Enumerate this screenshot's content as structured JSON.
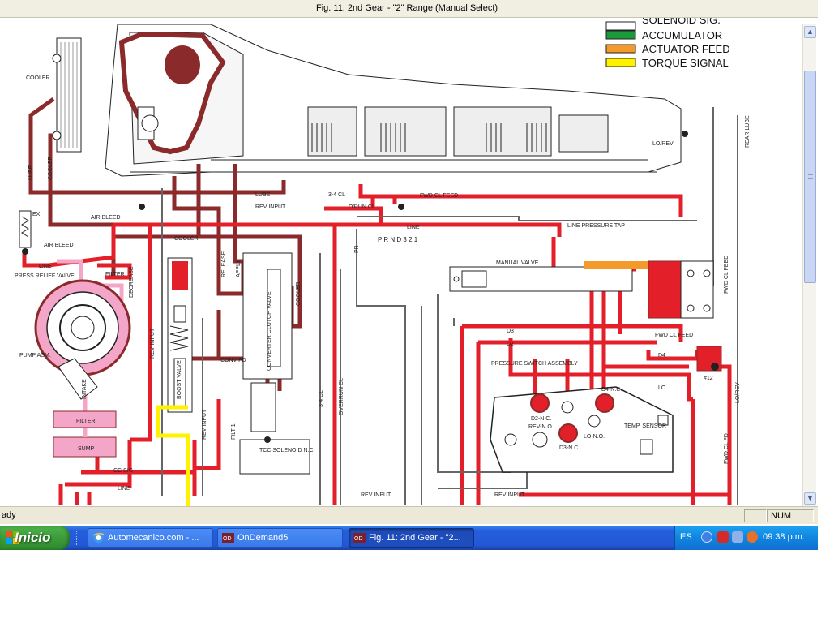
{
  "window": {
    "title": "Fig. 11: 2nd Gear - \"2\" Range (Manual Select)"
  },
  "legend": [
    {
      "label": "SOLENOID SIG.",
      "color": "#ffffff"
    },
    {
      "label": "ACCUMULATOR",
      "color": "#1a9a3a"
    },
    {
      "label": "ACTUATOR FEED",
      "color": "#f39a2b"
    },
    {
      "label": "TORQUE SIGNAL",
      "color": "#fff200"
    }
  ],
  "colors": {
    "line_red": "#e3202a",
    "dark_red": "#8b2a2a",
    "pink": "#f4a6c8",
    "yellow": "#fff200",
    "gray": "#666666"
  },
  "diagram_labels": {
    "cooler": "COOLER",
    "lube": "LUBE",
    "cooler2": "COOLER",
    "air_bleed": "AIR BLEED",
    "air_bleed2": "AIR BLEED",
    "ex": "EX",
    "line": "LINE",
    "filter": "FILTER",
    "decrease": "DECREASE",
    "press_relief": "PRESS RELIEF VALVE",
    "pump_asm": "PUMP ASM.",
    "intake": "INTAKE",
    "filter_box": "FILTER",
    "sump_box": "SUMP",
    "rev_input": "REV INPUT",
    "release": "RELEASE",
    "apply": "APPLY",
    "cooler3": "COOLER",
    "conv_clutch_valve": "CONVERTER CLUTCH VALVE",
    "conv_fd": "CONV FD",
    "boost_valve": "BOOST VALVE",
    "tcc_solenoid": "TCC SOLENOID N.C.",
    "filt1": "FILT 1",
    "rev_input2": "REV INPUT",
    "cc_sig": "CC SIG",
    "line2": "LINE",
    "lube2": "LUBE",
    "rev_input3": "REV INPUT",
    "cooler4": "COOLER",
    "cl34": "3-4 CL",
    "ovrun_cl": "O'RUN CL",
    "fwd_cl_feed": "FWD CL FEED",
    "line3": "LINE",
    "line_pressure_tap": "LINE PRESSURE TAP",
    "pr": "PR",
    "prndl": "P  R  N  D  3  2  1",
    "manual_valve": "MANUAL VALVE",
    "fwd_cl_feed2": "FWD CL FEED",
    "pressure_switch_asm": "PRESSURE SWITCH ASSEMBLY",
    "d4nc": "D4-N.C.",
    "d2nc": "D2-N.C.",
    "d3nc": "D3-N.C.",
    "revnc": "REV-N.O.",
    "lonc": "LO-N.O.",
    "temp_sensor": "TEMP. SENSOR",
    "lo": "LO",
    "d4": "D4",
    "d3": "D3",
    "d2": "D2",
    "no12": "#12",
    "rear_lube": "REAR LUBE",
    "fwd_cl_feed3": "FWD CL FEED",
    "lo_rev": "LO/REV",
    "cl34_2": "3-4 CL",
    "ovrun_cl2": "OVERRUN CL",
    "fwd_cl_fd": "FWD CL FD",
    "lo_rev2": "LO/REV",
    "rev_input4": "REV INPUT",
    "rev_input5": "REV INPUT"
  },
  "statusbar": {
    "status": "ady",
    "num": "NUM"
  },
  "taskbar": {
    "start_label": "Inicio",
    "tasks": [
      {
        "label": "Automecanico.com - ..."
      },
      {
        "label": "OnDemand5"
      },
      {
        "label": "Fig. 11: 2nd Gear - \"2..."
      }
    ],
    "language": "ES",
    "clock": "09:38 p.m."
  },
  "icons": {
    "ie": "internet-explorer-icon",
    "od": "ondemand-icon"
  }
}
